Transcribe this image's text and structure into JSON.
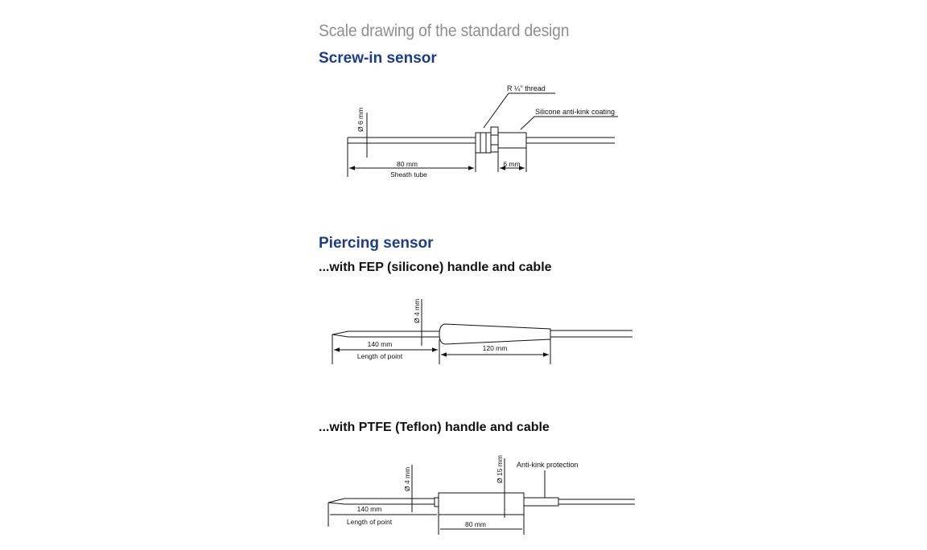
{
  "heading": "Scale drawing of the standard design",
  "screw_in": {
    "title": "Screw-in sensor",
    "labels": {
      "thread": "R ¼\" thread",
      "coating": "Silicone anti-kink coating",
      "diameter": "Ø 6 mm",
      "length": "80 mm",
      "sheath": "Sheath tube",
      "coating_len": "6 mm"
    }
  },
  "piercing": {
    "title": "Piercing sensor",
    "fep": {
      "subtitle": "...with FEP (silicone) handle and cable",
      "labels": {
        "diameter": "Ø 4 mm",
        "point_len": "140 mm",
        "point": "Length of point",
        "handle_len": "120 mm"
      }
    },
    "ptfe": {
      "subtitle": "...with PTFE (Teflon) handle and cable",
      "labels": {
        "diameter": "Ø 4 mm",
        "handle_dia": "Ø 15 mm",
        "antikink": "Anti-kink protection",
        "point_len": "140 mm",
        "point": "Length of point",
        "handle_len": "80 mm"
      }
    }
  }
}
